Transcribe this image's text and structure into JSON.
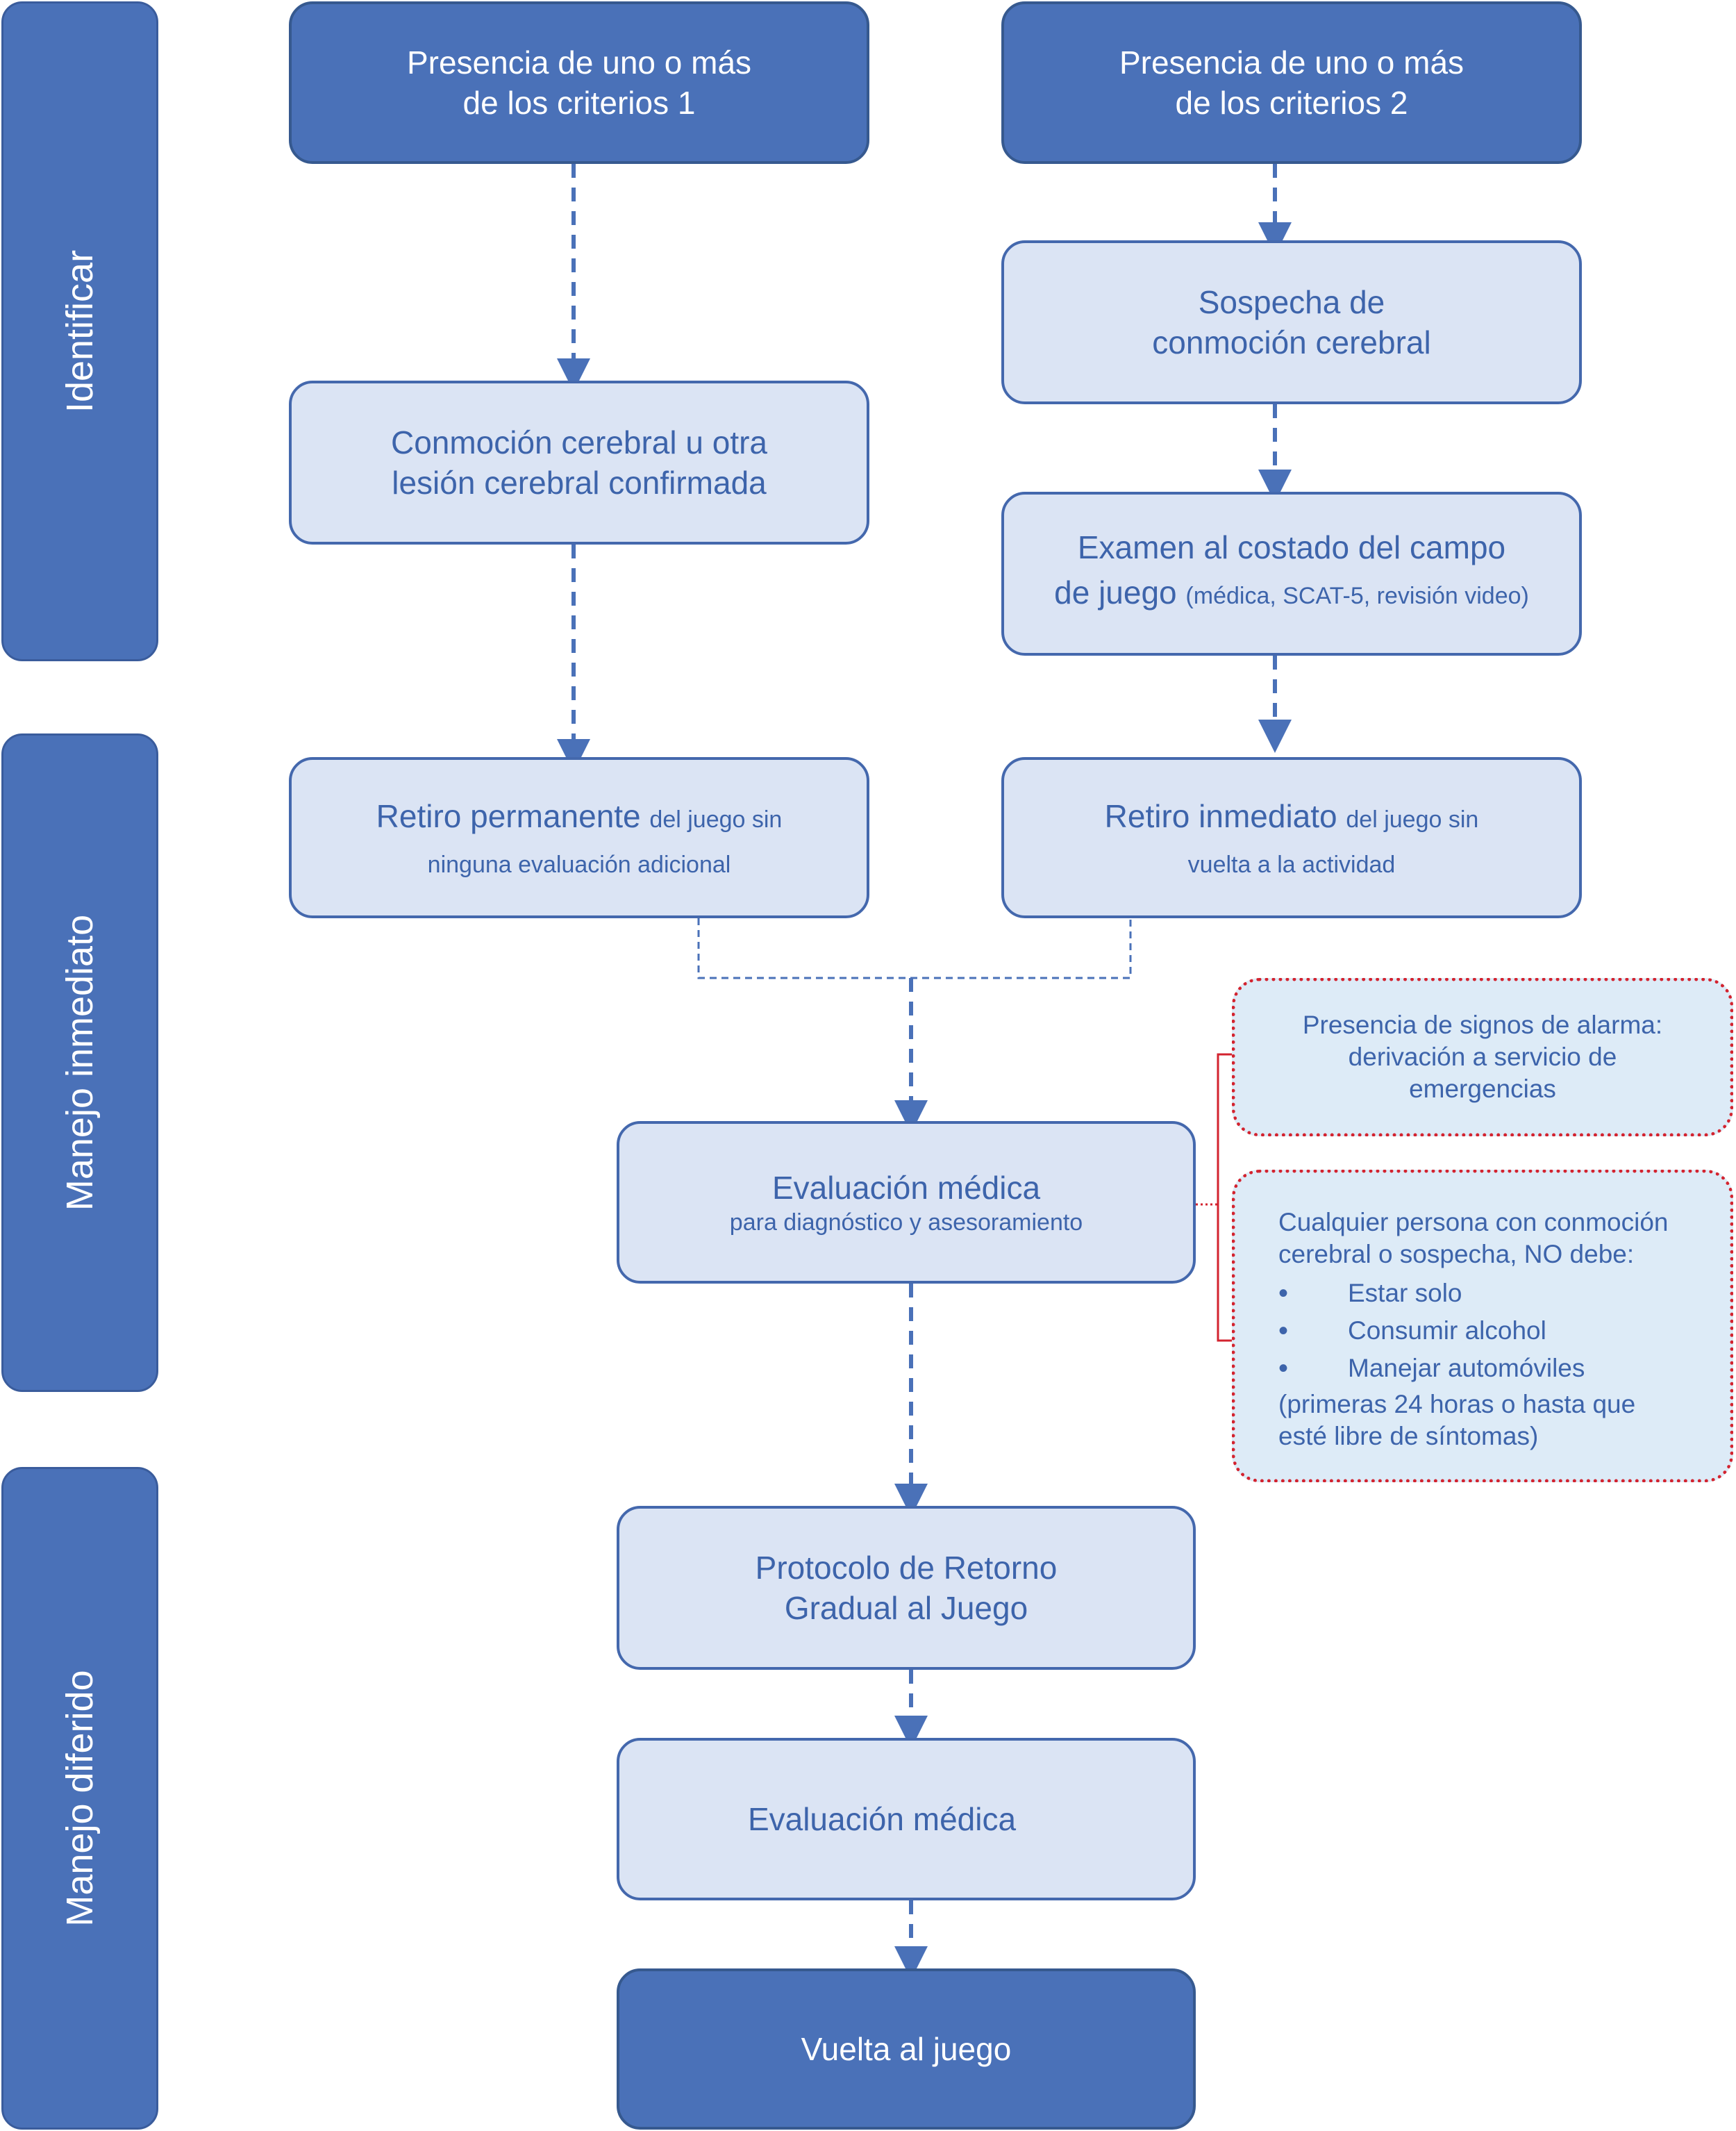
{
  "phases": {
    "identificar": "Identificar",
    "inmediato": "Manejo inmediato",
    "diferido": "Manejo diferido"
  },
  "boxes": {
    "criterios1": [
      "Presencia de uno o más",
      "de los criterios 1"
    ],
    "criterios2": [
      "Presencia de uno o más",
      "de los criterios 2"
    ],
    "sospecha": [
      "Sospecha de",
      "conmoción cerebral"
    ],
    "confirmada": [
      "Conmoción cerebral u otra",
      "lesión cerebral confirmada"
    ],
    "examen": {
      "line1": "Examen al  costado  del  campo",
      "main": "de juego",
      "note": "(médica, SCAT-5, revisión video)"
    },
    "retiro_permanente": {
      "big": "Retiro  permanente",
      "small": "del  juego  sin",
      "line2": "ninguna evaluación adicional"
    },
    "retiro_inmediato": {
      "big": "Retiro   inmediato",
      "small": "del    juego    sin",
      "line2": "vuelta a la actividad"
    },
    "evaluacion1": {
      "title": "Evaluación médica",
      "subtitle": "para diagnóstico y asesoramiento"
    },
    "protocolo": [
      "Protocolo de Retorno",
      "Gradual al Juego"
    ],
    "evaluacion2": "Evaluación médica",
    "vuelta": "Vuelta al juego"
  },
  "alarm_signs": [
    "Presencia de signos de alarma:",
    "derivación a servicio de",
    "emergencias"
  ],
  "warnings": {
    "intro": [
      "Cualquier persona con conmoción",
      "cerebral o sospecha, NO debe:"
    ],
    "items": [
      "Estar solo",
      "Consumir alcohol",
      "Manejar automóviles"
    ],
    "note_words": [
      "(primeras",
      "24",
      "horas",
      "o",
      "hasta",
      "que"
    ],
    "note_end": "esté libre de síntomas)"
  },
  "colors": {
    "dark_fill": "#4a71b8",
    "light_fill": "#dbe4f4",
    "text_blue": "#3d64ab",
    "alarm_border": "#d3232f",
    "alarm_fill": "#ddebf7"
  }
}
